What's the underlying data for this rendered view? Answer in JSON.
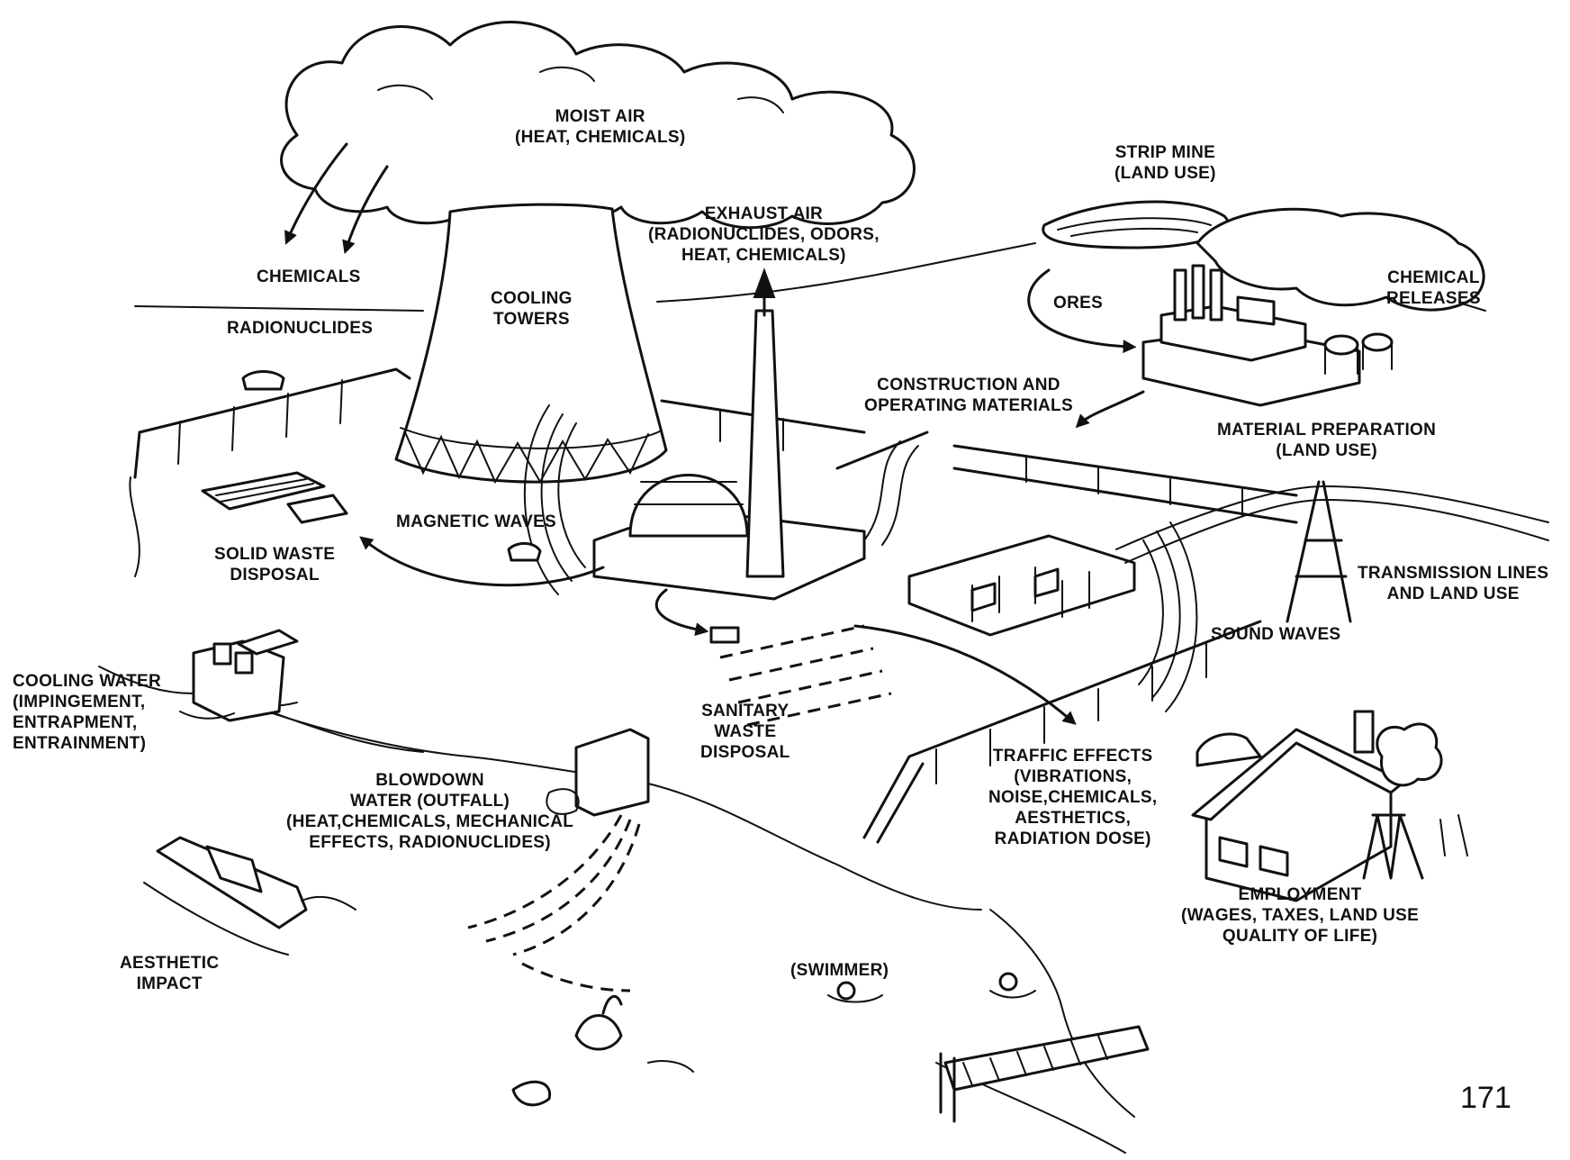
{
  "labels": {
    "moist_air": [
      "MOIST AIR",
      "(HEAT, CHEMICALS)"
    ],
    "strip_mine": [
      "STRIP MINE",
      "(LAND USE)"
    ],
    "exhaust_air": [
      "EXHAUST AIR",
      "(RADIONUCLIDES, ODORS,",
      "HEAT, CHEMICALS)"
    ],
    "chemicals": [
      "CHEMICALS"
    ],
    "radionuclides": [
      "RADIONUCLIDES"
    ],
    "cooling_towers": [
      "COOLING",
      "TOWERS"
    ],
    "ores": [
      "ORES"
    ],
    "chemical_releases": [
      "CHEMICAL",
      "RELEASES"
    ],
    "construction": [
      "CONSTRUCTION AND",
      "OPERATING MATERIALS"
    ],
    "material_prep": [
      "MATERIAL PREPARATION",
      "(LAND USE)"
    ],
    "magnetic_waves": [
      "MAGNETIC WAVES"
    ],
    "solid_waste": [
      "SOLID WASTE",
      "DISPOSAL"
    ],
    "transmission": [
      "TRANSMISSION LINES",
      "AND LAND USE"
    ],
    "sound_waves": [
      "SOUND WAVES"
    ],
    "cooling_water": [
      "COOLING WATER",
      "(IMPINGEMENT,",
      "ENTRAPMENT,",
      "ENTRAINMENT)"
    ],
    "sanitary": [
      "SANITARY",
      "WASTE",
      "DISPOSAL"
    ],
    "blowdown": [
      "BLOWDOWN",
      "WATER (OUTFALL)",
      "(HEAT,CHEMICALS, MECHANICAL",
      "EFFECTS, RADIONUCLIDES)"
    ],
    "traffic": [
      "TRAFFIC EFFECTS",
      "(VIBRATIONS,",
      "NOISE,CHEMICALS,",
      "AESTHETICS,",
      "RADIATION DOSE)"
    ],
    "employment": [
      "EMPLOYMENT",
      "(WAGES, TAXES, LAND USE",
      "QUALITY OF LIFE)"
    ],
    "aesthetic": [
      "AESTHETIC",
      "IMPACT"
    ],
    "swimmer": [
      "(SWIMMER)"
    ]
  },
  "page_number": "171"
}
